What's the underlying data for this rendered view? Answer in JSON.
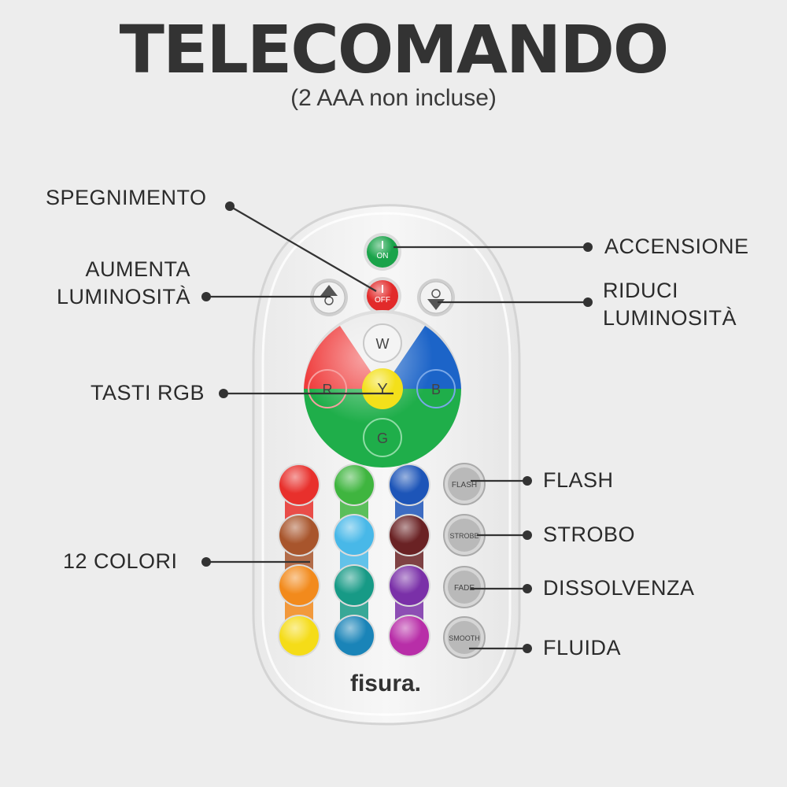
{
  "title": "TELECOMANDO",
  "subtitle": "(2 AAA non incluse)",
  "callouts": {
    "spegnimento": "SPEGNIMENTO",
    "aumenta_line1": "AUMENTA",
    "aumenta_line2": "LUMINOSITÀ",
    "tasti_rgb": "TASTI RGB",
    "colori": "12 COLORI",
    "accensione": "ACCENSIONE",
    "riduci_line1": "RIDUCI",
    "riduci_line2": "LUMINOSITÀ",
    "flash": "FLASH",
    "strobo": "STROBO",
    "dissolvenza": "DISSOLVENZA",
    "fluida": "FLUIDA"
  },
  "remote": {
    "on_label": "ON",
    "off_label": "OFF",
    "w_label": "W",
    "r_label": "R",
    "y_label": "Y",
    "b_label": "B",
    "g_label": "G",
    "flash_btn": "FLASH",
    "strobe_btn": "STROBE",
    "fade_btn": "FADE",
    "smooth_btn": "SMOOTH",
    "brand": "fisura."
  },
  "colors": {
    "on_green": "#1aa34a",
    "off_red": "#e22a2a",
    "rgb_red": "#ef3b3b",
    "rgb_blue": "#1c64c8",
    "rgb_green": "#1fae4a",
    "rgb_yellow": "#f3e01a",
    "color_buttons": [
      "#e8302c",
      "#3fb53f",
      "#1d55b8",
      "#a8552c",
      "#48b8e8",
      "#6a2224",
      "#f28a1c",
      "#179a86",
      "#7a30a8",
      "#f5dc18",
      "#1a84b8",
      "#b82ea8"
    ]
  }
}
